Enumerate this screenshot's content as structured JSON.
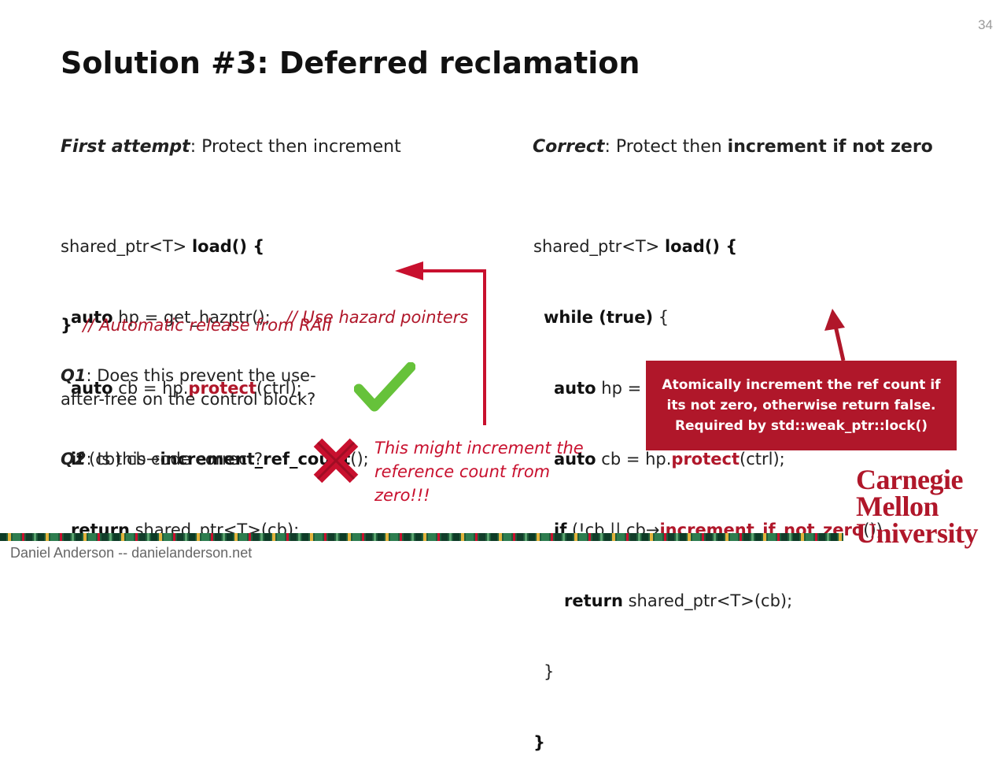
{
  "page_number": "34",
  "title": "Solution #3: Deferred reclamation",
  "left": {
    "heading_em": "First attempt",
    "heading_rest": ": Protect then increment",
    "code": {
      "l1_a": "shared_ptr<T> ",
      "l1_b": "load() {",
      "l2_a": "auto",
      "l2_b": " hp = get_hazptr();   ",
      "l2_c": "// Use hazard pointers",
      "l3_a": "auto",
      "l3_b": " cb = hp.",
      "l3_c": "protect",
      "l3_d": "(ctrl);",
      "l4_a": "if",
      "l4_b": " (cb) cb→",
      "l4_c": "increment_ref_count",
      "l4_d": "();",
      "l5_a": "return",
      "l5_b": " shared_ptr<T>(cb);",
      "l6_a": "}",
      "l6_b": "  // Automatic release from RAII"
    },
    "q1_label": "Q1",
    "q1_text": ": Does this prevent the use-after-free on the control block?",
    "q2_label": "Q2",
    "q2_text": ": Is this code correct?",
    "warning": "This might increment the reference count from zero!!!"
  },
  "right": {
    "heading_em": "Correct",
    "heading_mid": ": Protect then ",
    "heading_bold": "increment if not zero",
    "code": {
      "l1_a": "shared_ptr<T> ",
      "l1_b": "load() {",
      "l2_a": "while (true)",
      "l2_b": " {",
      "l3_a": "auto",
      "l3_b": " hp = get_hazptr();",
      "l4_a": "auto",
      "l4_b": " cb = hp.",
      "l4_c": "protect",
      "l4_d": "(ctrl);",
      "l5_a": "if",
      "l5_b": " (!cb || cb→",
      "l5_c": "increment_if_not_zero",
      "l5_d": "())",
      "l6_a": "return",
      "l6_b": " shared_ptr<T>(cb);",
      "l7": "}",
      "l8": "}"
    },
    "callout": "Atomically increment the ref count if its not zero, otherwise return false.  Required by std::weak_ptr::lock()"
  },
  "footer": "Daniel Anderson  --  danielanderson.net",
  "logo": {
    "line1": "Carnegie",
    "line2": "Mellon",
    "line3": "University"
  },
  "colors": {
    "accent_red": "#b0172a",
    "check_green": "#66c23a",
    "cross_red": "#c8102e"
  },
  "icons": [
    "checkmark-icon",
    "cross-icon",
    "arrow-icon"
  ]
}
